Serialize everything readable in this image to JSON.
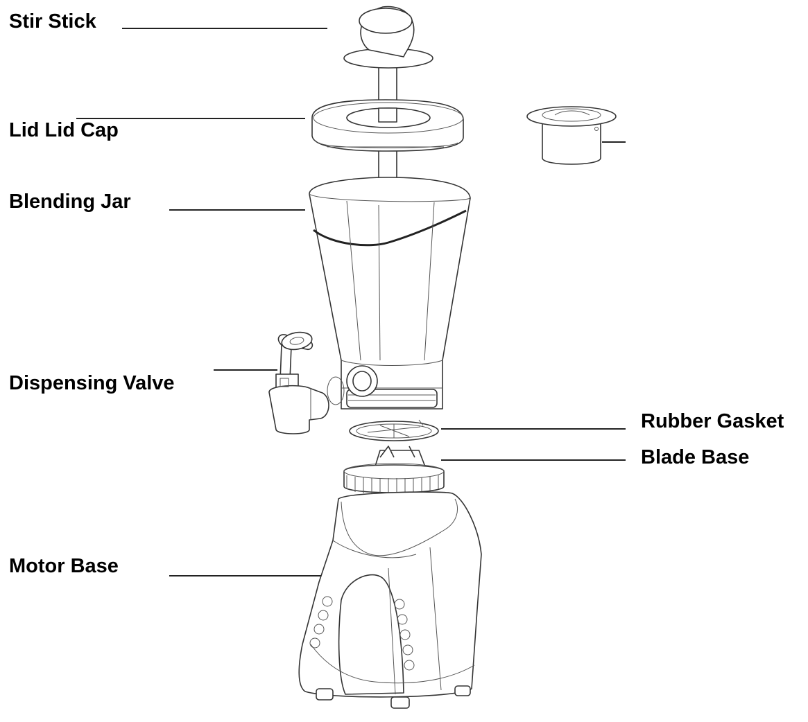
{
  "diagram": {
    "labels": {
      "stir_stick": "Stir Stick",
      "lid_lid_cap": "Lid  Lid Cap",
      "blending_jar": "Blending Jar",
      "dispensing_valve": "Dispensing Valve",
      "rubber_gasket": "Rubber Gasket",
      "blade_base": "Blade Base",
      "motor_base": "Motor Base"
    }
  }
}
